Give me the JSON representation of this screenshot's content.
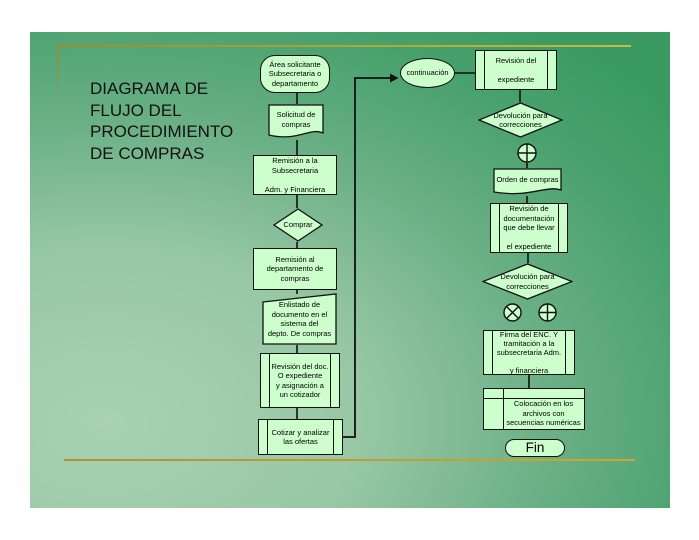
{
  "slide": {
    "title": "DIAGRAMA DE\nFLUJO DEL\nPROCEDIMIENTO\nDE COMPRAS",
    "colors": {
      "background_dark": "#3a9a61",
      "background_light": "#a8d2b2",
      "shape_fill": "#ccffcc",
      "shape_border": "#111111",
      "accent_gold": "#b89a2e",
      "text": "#000000"
    }
  },
  "shapes": {
    "area_solicitante": {
      "type": "terminator",
      "text": "Área solicitante\nSubsecretaria o\ndepartamento"
    },
    "solicitud_compras": {
      "type": "document",
      "text": "Solicitud de\ncompras"
    },
    "remision_subsecretaria": {
      "type": "process",
      "text": "Remisión a la\nSubsecretaria\n\nAdm. y Financiera"
    },
    "comprar": {
      "type": "decision",
      "text": "Comprar"
    },
    "remision_departamento": {
      "type": "process",
      "text": "Remisión al\ndepartamento de\ncompras"
    },
    "enlistado": {
      "type": "manual-input",
      "text": "Enlistado de\ndocumento en el\nsistema del\ndepto. De compras"
    },
    "revision_doc": {
      "type": "predefined-process",
      "text": "Revisión del doc.\nO expediente\ny asignación a\nun cotizador"
    },
    "cotizar": {
      "type": "predefined-process",
      "text": "Cotizar y analizar\nlas ofertas"
    },
    "continuacion": {
      "type": "ellipse",
      "text": "continuación"
    },
    "revision_expediente": {
      "type": "predefined-process",
      "text": "Revisión del\n\nexpediente"
    },
    "devolucion_1": {
      "type": "decision",
      "text": "Devolución para\ncorrecciones"
    },
    "plus_junction_1": {
      "type": "connector",
      "icon": "plus-junction-icon"
    },
    "orden_compras": {
      "type": "document",
      "text": "Orden de compras"
    },
    "revision_documentacion": {
      "type": "predefined-process",
      "text": "Revisión de\ndocumentación\nque debe llevar\n\nel expediente"
    },
    "devolucion_2": {
      "type": "decision",
      "text": "Devolución para\ncorrecciones"
    },
    "cross_junction": {
      "type": "connector",
      "icon": "cross-junction-icon"
    },
    "plus_junction_2": {
      "type": "connector",
      "icon": "plus-junction-icon"
    },
    "firma_enc": {
      "type": "predefined-process",
      "text": "Firma del ENC. Y\ntramitación a la\nsubsecretaria Adm.\n\ny financiera"
    },
    "colocacion": {
      "type": "internal-storage",
      "text": "Colocación en los\narchivos con\nsecuencias numéricas"
    },
    "fin": {
      "type": "terminator",
      "text": "Fin"
    }
  }
}
